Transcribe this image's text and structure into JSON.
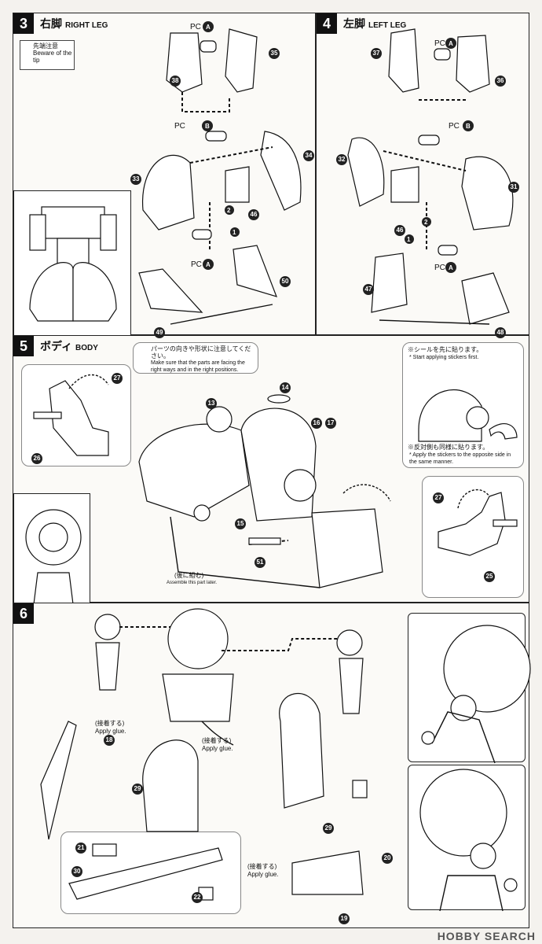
{
  "steps": {
    "s3": {
      "num": "3",
      "title_jp": "右脚",
      "title_en": "RIGHT LEG",
      "tip_jp": "先端注意",
      "tip_en": "Beware of the tip",
      "pc_a": "PC",
      "pc_b": "PC",
      "pc_a2": "PC",
      "parts": [
        "35",
        "38",
        "34",
        "33",
        "46",
        "50",
        "49"
      ]
    },
    "s4": {
      "num": "4",
      "title_jp": "左脚",
      "title_en": "LEFT LEG",
      "parts": [
        "37",
        "36",
        "32",
        "31",
        "46",
        "47",
        "48"
      ]
    },
    "s5": {
      "num": "5",
      "title_jp": "ボディ",
      "title_en": "BODY",
      "note_jp": "パーツの向きや形状に注意してください。",
      "note_en": "Make sure that the parts are facing the right ways and in the right positions.",
      "sticker_jp": "※シールを先に貼ります。",
      "sticker_en": "* Start applying stickers first.",
      "opposite_jp": "※反対側も同様に貼ります。",
      "opposite_en": "* Apply the stickers to the opposite side in the same manner.",
      "later_jp": "(後に組む)",
      "later_en": "Assemble this part later.",
      "parts": [
        "27",
        "26",
        "14",
        "13",
        "16",
        "17",
        "15",
        "51",
        "27",
        "25"
      ]
    },
    "s6": {
      "num": "6",
      "glue_jp": "(接着する)",
      "glue_en": "Apply glue.",
      "parts": [
        "18",
        "29",
        "21",
        "30",
        "22",
        "29",
        "20",
        "19"
      ]
    }
  },
  "watermark": "HOBBY SEARCH"
}
